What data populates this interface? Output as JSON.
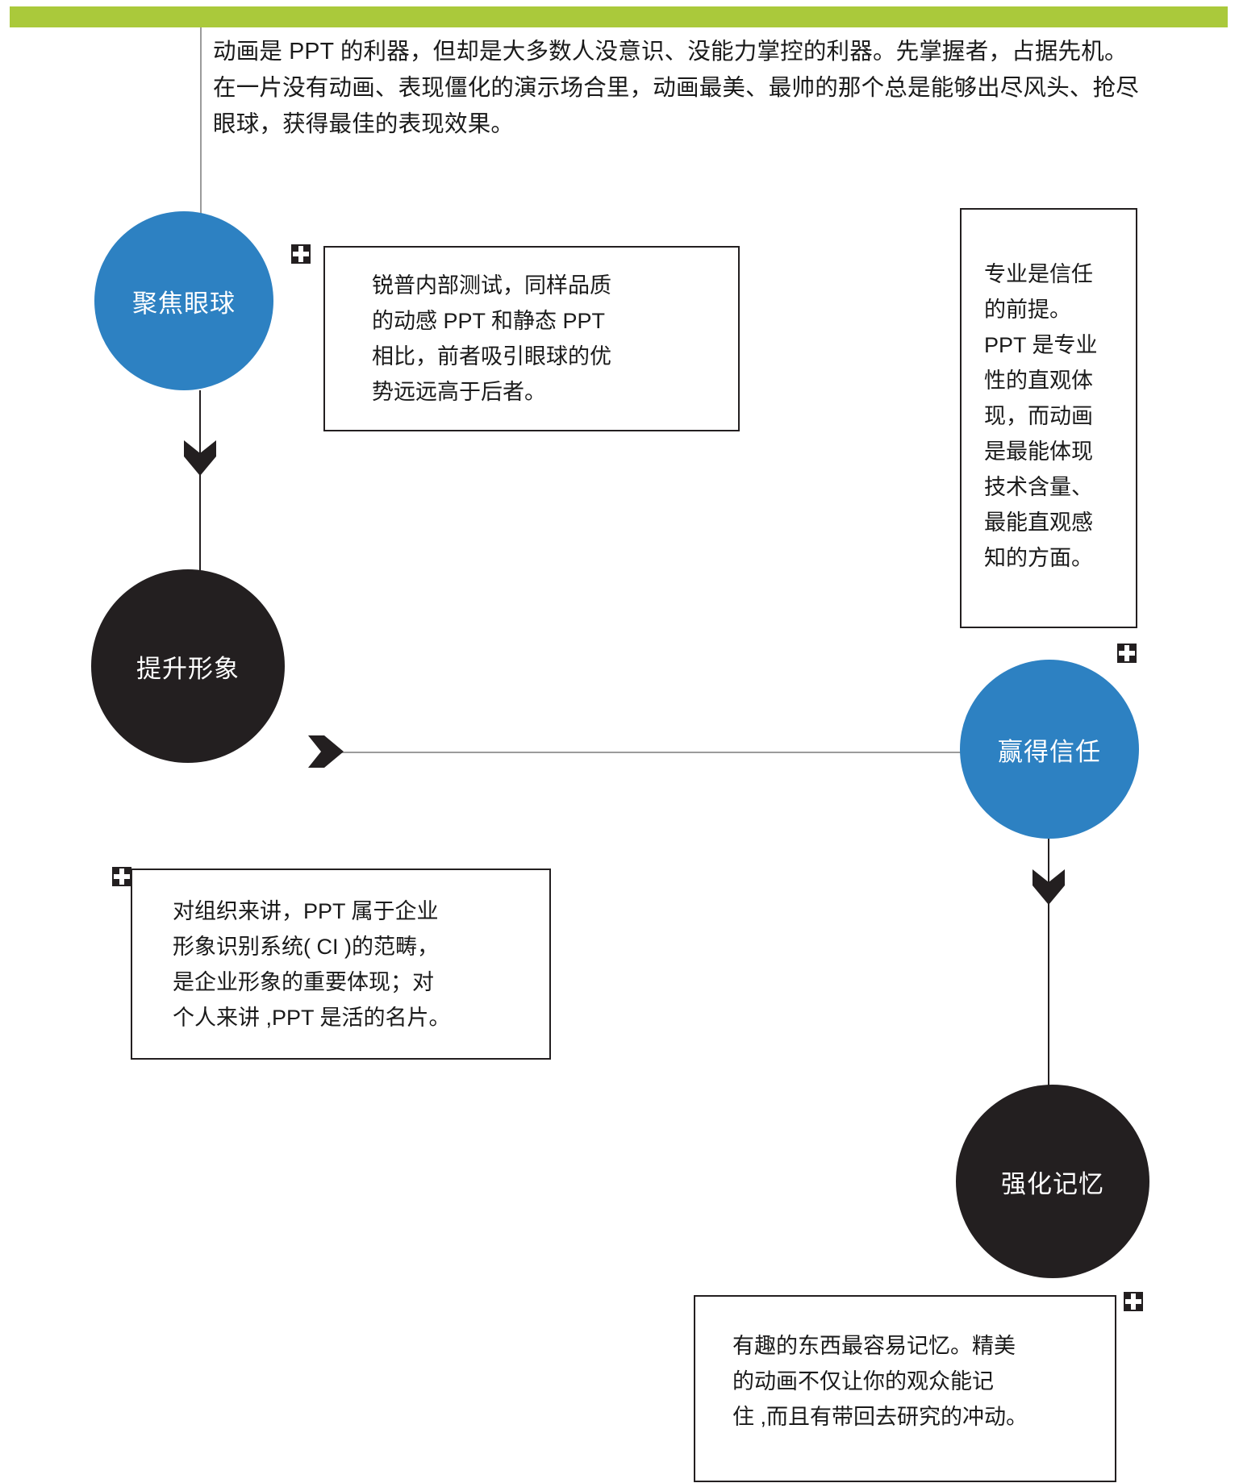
{
  "theme": {
    "accent_bar_color": "#aac93b",
    "node_blue": "#2d81c2",
    "node_dark": "#231f20",
    "connector_gray": "#9b9b9b",
    "box_border": "#231f20"
  },
  "intro": {
    "paragraph": "动画是 PPT 的利器，但却是大多数人没意识、没能力掌控的利器。先掌握者，占据先机。在一片没有动画、表现僵化的演示场合里，动画最美、最帅的那个总是能够出尽风头、抢尽眼球，获得最佳的表现效果。"
  },
  "nodes": [
    {
      "id": "focus",
      "label": "聚焦眼球",
      "style": "blue"
    },
    {
      "id": "image",
      "label": "提升形象",
      "style": "dark"
    },
    {
      "id": "trust",
      "label": "赢得信任",
      "style": "blue"
    },
    {
      "id": "memory",
      "label": "强化记忆",
      "style": "dark"
    }
  ],
  "callouts": [
    {
      "id": "focus",
      "for_node": "聚焦眼球",
      "text": "锐普内部测试，同样品质\n的动感 PPT 和静态 PPT\n相比，前者吸引眼球的优\n势远远高于后者。"
    },
    {
      "id": "trust",
      "for_node": "赢得信任",
      "text": "专业是信任\n的前提。\nPPT 是专业\n性的直观体\n现，而动画\n是最能体现\n技术含量、\n最能直观感\n知的方面。"
    },
    {
      "id": "image",
      "for_node": "提升形象",
      "text": "对组织来讲，PPT 属于企业\n形象识别系统( CI )的范畴，\n是企业形象的重要体现；对\n个人来讲 ,PPT 是活的名片。"
    },
    {
      "id": "memory",
      "for_node": "强化记忆",
      "text": "有趣的东西最容易记忆。精美\n的动画不仅让你的观众能记\n住 ,而且有带回去研究的冲动。"
    }
  ],
  "icons": {
    "plus_marker": "plus-marker-icon",
    "chevron_down": "chevron-down-icon",
    "chevron_right": "chevron-right-icon"
  }
}
